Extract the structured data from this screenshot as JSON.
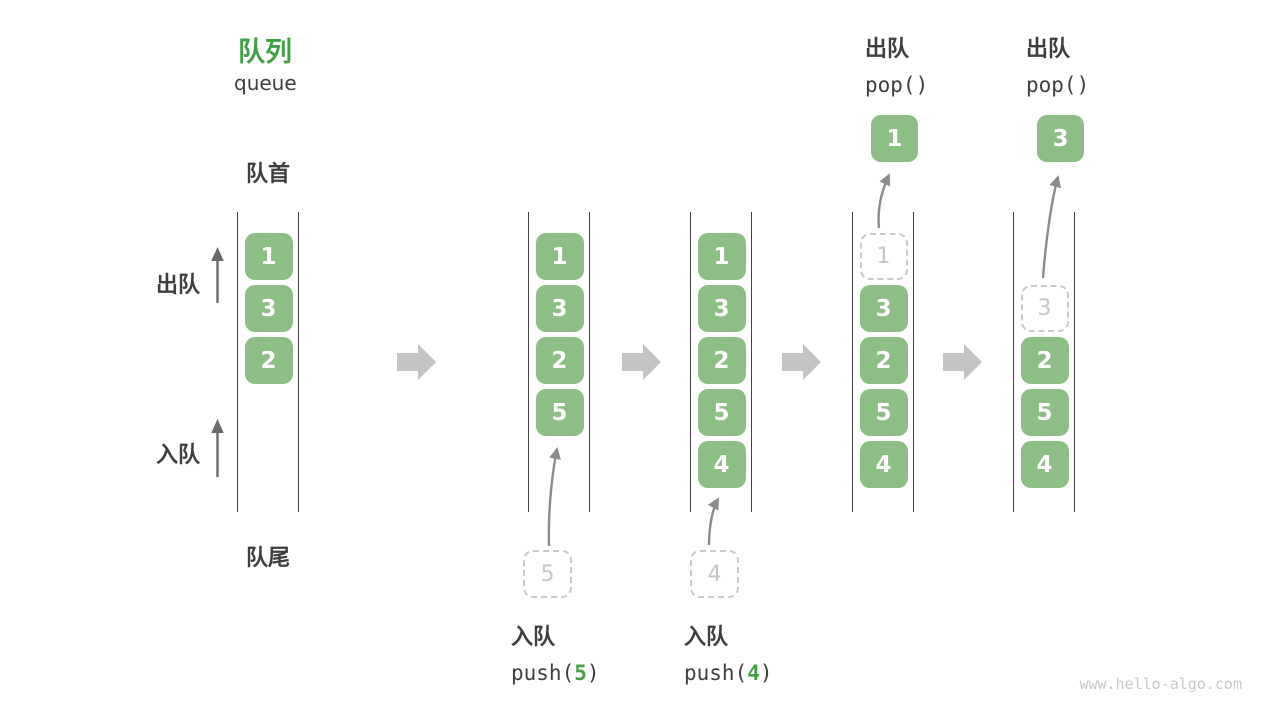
{
  "header": {
    "title": "队列",
    "subtitle": "queue"
  },
  "side_labels": {
    "front": "队首",
    "rear": "队尾",
    "dequeue": "出队",
    "enqueue": "入队"
  },
  "columns": [
    {
      "boxes": [
        "1",
        "3",
        "2"
      ]
    },
    {
      "boxes": [
        "1",
        "3",
        "2",
        "5"
      ]
    },
    {
      "boxes": [
        "1",
        "3",
        "2",
        "5",
        "4"
      ]
    },
    {
      "ghost_value": "1",
      "boxes": [
        "3",
        "2",
        "5",
        "4"
      ]
    },
    {
      "ghost_value": "3",
      "boxes": [
        "2",
        "5",
        "4"
      ]
    }
  ],
  "push_ops": [
    {
      "label": "入队",
      "fn": "push(",
      "arg": "5",
      "close": ")",
      "staged": "5"
    },
    {
      "label": "入队",
      "fn": "push(",
      "arg": "4",
      "close": ")",
      "staged": "4"
    }
  ],
  "pop_ops": [
    {
      "label": "出队",
      "code": "pop()",
      "popped": "1"
    },
    {
      "label": "出队",
      "code": "pop()",
      "popped": "3"
    }
  ],
  "watermark": "www.hello-algo.com",
  "colors": {
    "accent_green": "#43a047",
    "box_green": "#8dbe85",
    "ghost_gray": "#c9c9c9",
    "flow_arrow_gray": "#c4c4c4",
    "curve_arrow_gray": "#8c8c8c",
    "wall_dark": "#424242",
    "text_dark": "#3e3e3e"
  }
}
